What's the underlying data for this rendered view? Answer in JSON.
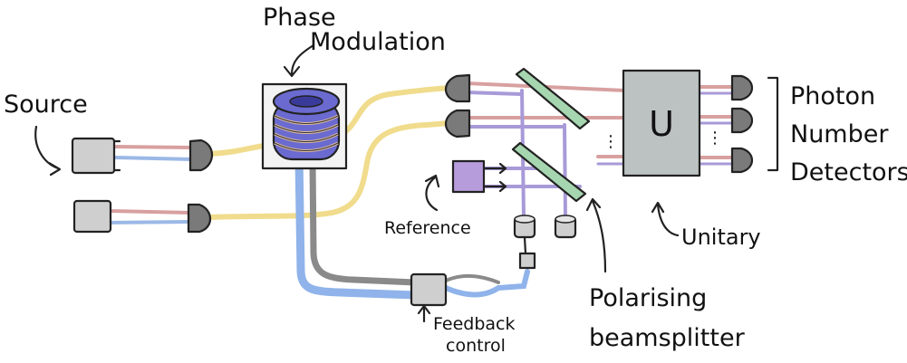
{
  "labels": {
    "phase_modulation_line1": "Phase",
    "phase_modulation_line2": "Modulation",
    "source": "Source",
    "reference": "Reference",
    "feedback_line1": "Feedback",
    "feedback_line2": "control",
    "unitary": "Unitary",
    "polarising_line1": "Polarising",
    "polarising_line2": "beamsplitter",
    "detectors_line1": "Photon",
    "detectors_line2": "Number",
    "detectors_line3": "Detectors",
    "unitary_symbol": "U",
    "ellipsis_left": "⋮",
    "ellipsis_right": "⋮"
  },
  "colors": {
    "fiber_yellow": "#f0dc8c",
    "fiber_blue": "#9bb8e6",
    "fiber_red": "#d8a0a0",
    "fiber_purple": "#a89ad8",
    "cable_blue": "#8fb3ea",
    "cable_grey": "#8a8a8a",
    "box_grey": "#cfcfcf",
    "unitary_grey": "#bcc2c2",
    "coupler_grey": "#7a7a7a",
    "coil_blue": "#6a6ad0",
    "beamsplitter_green": "#a6d6b0",
    "reference_purple": "#b79cdc",
    "ink": "#222222"
  },
  "icons": [
    "light-source-icon",
    "fiber-coupler-icon",
    "phase-modulator-coil-icon",
    "beamsplitter-icon",
    "photodiode-icon",
    "photon-detector-icon",
    "unitary-box-icon",
    "reference-laser-icon",
    "feedback-controller-icon"
  ]
}
